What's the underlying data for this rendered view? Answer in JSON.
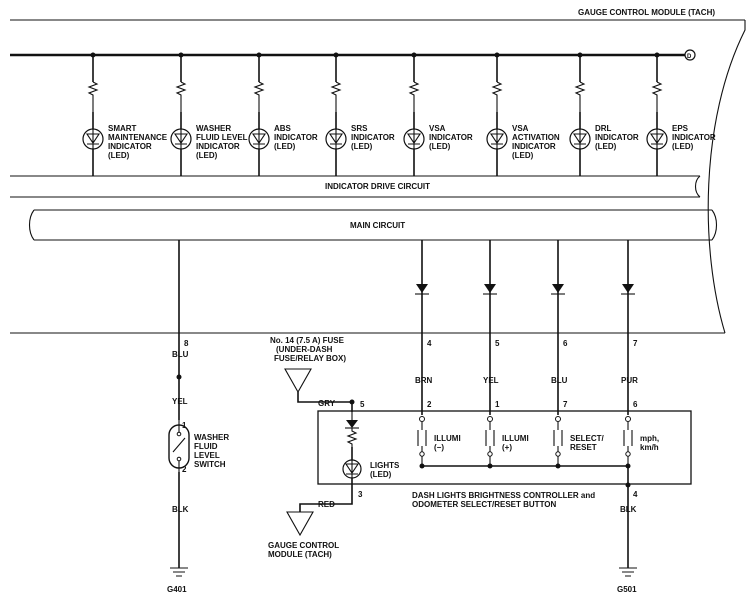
{
  "module_title": "GAUGE CONTROL MODULE (TACH)",
  "bus_terminal": "D",
  "indicators": [
    {
      "lines": [
        "SMART",
        "MAINTENANCE",
        "INDICATOR",
        "(LED)"
      ]
    },
    {
      "lines": [
        "WASHER",
        "FLUID LEVEL",
        "INDICATOR",
        "(LED)"
      ]
    },
    {
      "lines": [
        "ABS",
        "INDICATOR",
        "(LED)"
      ]
    },
    {
      "lines": [
        "SRS",
        "INDICATOR",
        "(LED)"
      ]
    },
    {
      "lines": [
        "VSA",
        "INDICATOR",
        "(LED)"
      ]
    },
    {
      "lines": [
        "VSA",
        "ACTIVATION",
        "INDICATOR",
        "(LED)"
      ]
    },
    {
      "lines": [
        "DRL",
        "INDICATOR",
        "(LED)"
      ]
    },
    {
      "lines": [
        "EPS",
        "INDICATOR",
        "(LED)"
      ]
    }
  ],
  "indicator_drive_circuit": "INDICATOR DRIVE CIRCUIT",
  "main_circuit": "MAIN CIRCUIT",
  "washer": {
    "pin_top": "8",
    "wire_top": "BLU",
    "wire_mid": "YEL",
    "switch_pin_1": "1",
    "switch_pin_2": "2",
    "switch_lines": [
      "WASHER",
      "FLUID",
      "LEVEL",
      "SWITCH"
    ],
    "wire_bottom": "BLK",
    "ground": "G401"
  },
  "fuse": {
    "lines": [
      "No. 14 (7.5 A) FUSE",
      "(UNDER-DASH",
      "FUSE/RELAY BOX)"
    ]
  },
  "lights": {
    "wire_in": "GRY",
    "pin_in": "5",
    "label_lines": [
      "LIGHTS",
      "(LED)"
    ],
    "pin_out": "3",
    "wire_out": "RED"
  },
  "gcm_bottom": {
    "lines": [
      "GAUGE CONTROL",
      "MODULE (TACH)"
    ]
  },
  "controller_wires": [
    {
      "gcm_pin": "4",
      "wire": "BRN",
      "pin": "2",
      "label_lines": [
        "ILLUMI",
        "(−)"
      ]
    },
    {
      "gcm_pin": "5",
      "wire": "YEL",
      "pin": "1",
      "label_lines": [
        "ILLUMI",
        "(+)"
      ]
    },
    {
      "gcm_pin": "6",
      "wire": "BLU",
      "pin": "7",
      "label_lines": [
        "SELECT/",
        "RESET"
      ]
    },
    {
      "gcm_pin": "7",
      "wire": "PUR",
      "pin": "6",
      "label_lines": [
        "mph,",
        "km/h"
      ]
    }
  ],
  "controller_lines": [
    "DASH LIGHTS BRIGHTNESS CONTROLLER and",
    "ODOMETER SELECT/RESET BUTTON"
  ],
  "controller_ground": {
    "pin": "4",
    "wire": "BLK",
    "ground": "G501"
  }
}
